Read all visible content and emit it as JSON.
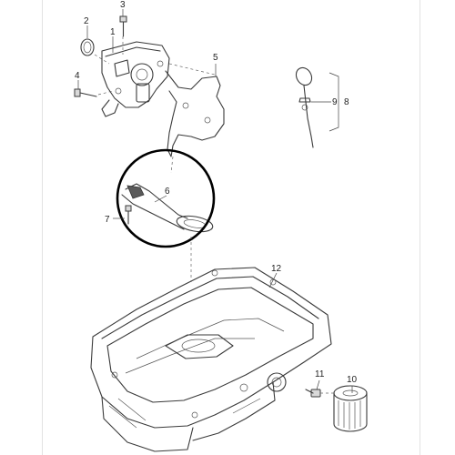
{
  "diagram": {
    "callouts": {
      "c1": "1",
      "c2": "2",
      "c3": "3",
      "c4": "4",
      "c5": "5",
      "c6": "6",
      "c7": "7",
      "c8": "8",
      "c9": "9",
      "c10": "10",
      "c11": "11",
      "c12": "12"
    }
  },
  "colors": {
    "line": "#3a3a3a",
    "highlight": "#000000",
    "background": "#ffffff"
  }
}
